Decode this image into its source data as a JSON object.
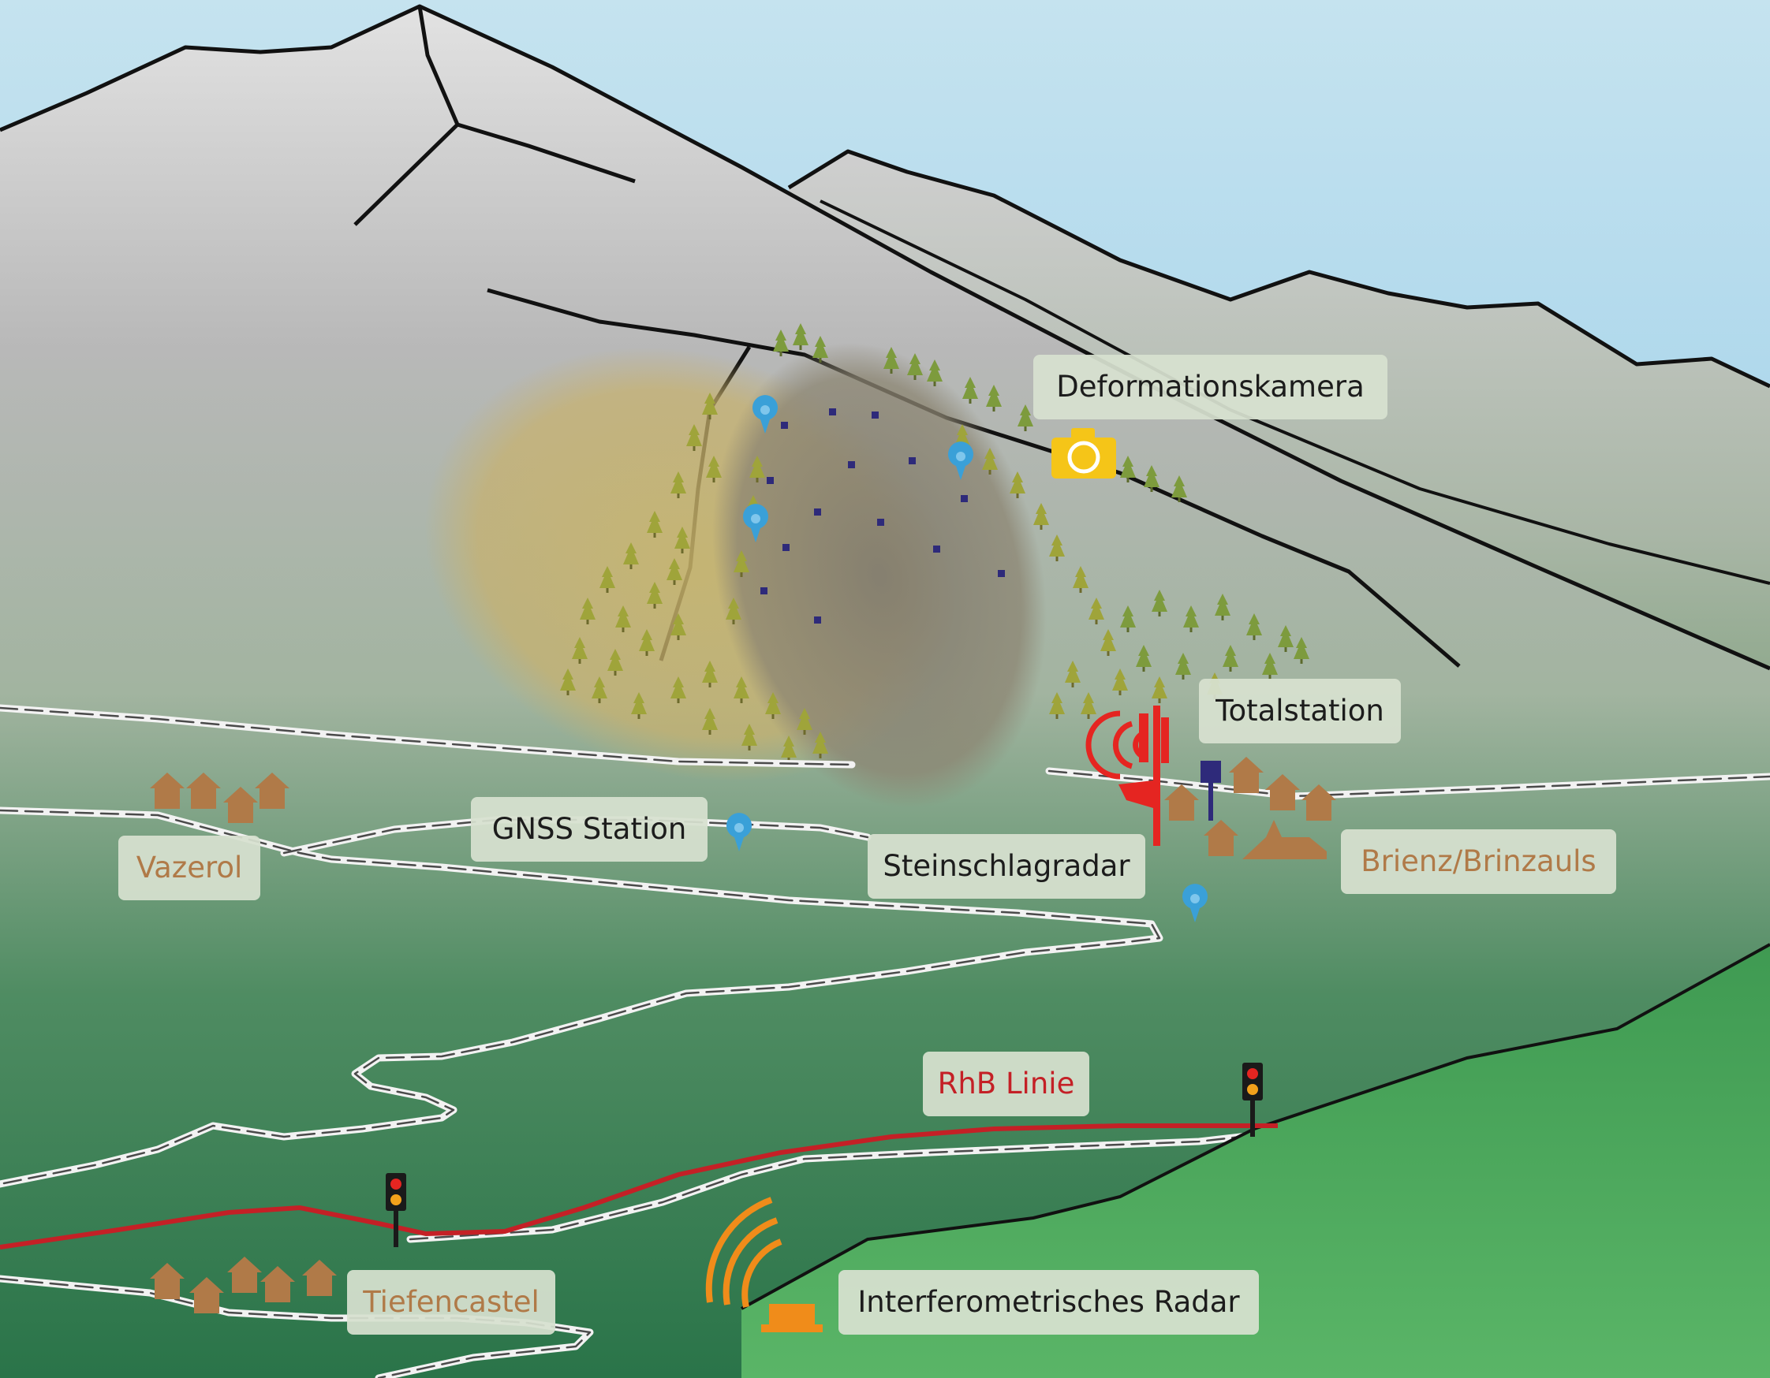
{
  "labels": {
    "deformation_camera": "Deformationskamera",
    "total_station": "Totalstation",
    "gnss_station": "GNSS Station",
    "rockfall_radar": "Steinschlagradar",
    "rail_line": "RhB Linie",
    "interferometric_radar": "Interferometrisches Radar"
  },
  "places": {
    "vazerol": "Vazerol",
    "brienz": "Brienz/Brinzauls",
    "tiefencastel": "Tiefencastel"
  },
  "colors": {
    "label_text": "#1c1c1c",
    "place_text": "#b07a48",
    "rail_text": "#c42026",
    "rail_line": "#c42026",
    "gnss_marker": "#3aa0d8",
    "camera": "#f5c518",
    "radar": "#e52521",
    "interferometric_radar": "#f08c1a",
    "total_station": "#2e2a7a",
    "houses": "#b07a48"
  }
}
